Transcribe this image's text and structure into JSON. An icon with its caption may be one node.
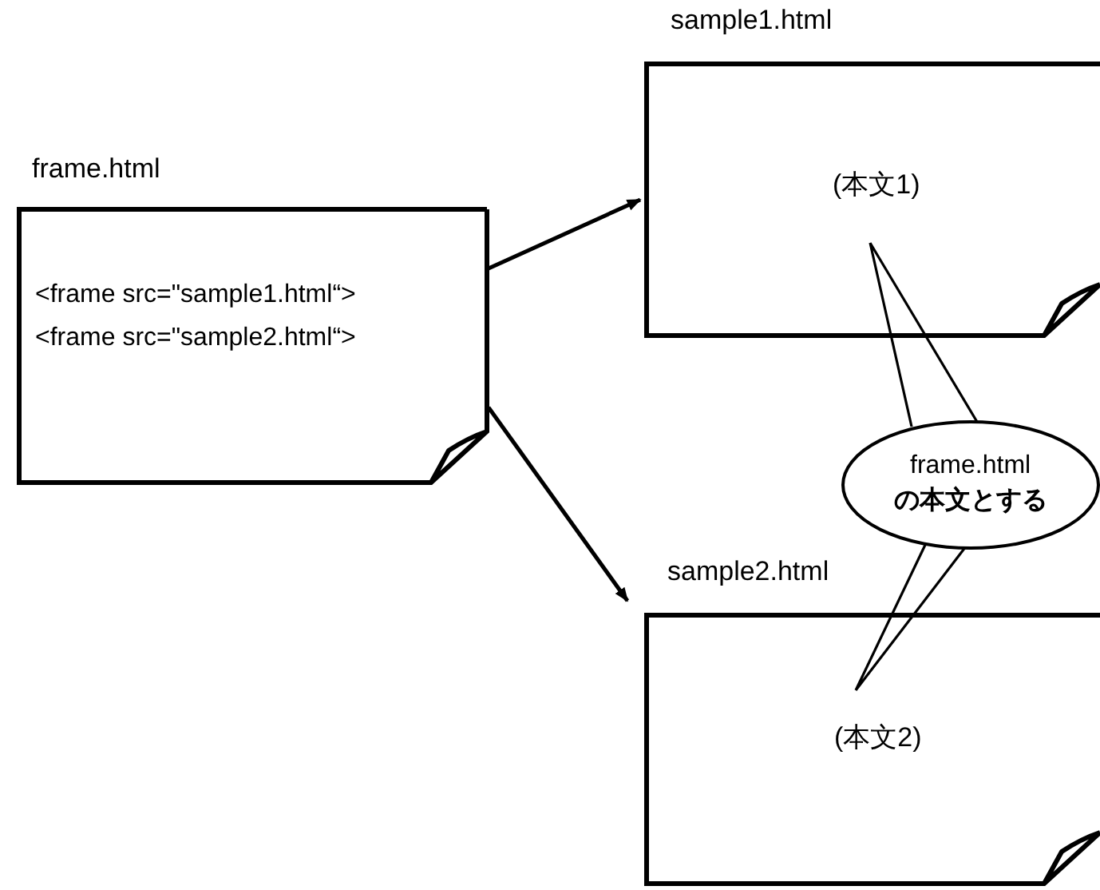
{
  "diagram": {
    "nodes": [
      {
        "text": [
          "frame.html",
          "<frame src=\"sample1.html“>",
          "<frame src=\"sample2.html“>"
        ]
      },
      {
        "text": [
          "sample1.html",
          "(本文1)"
        ]
      },
      {
        "text": [
          "frame.html",
          "の本文とする"
        ]
      },
      {
        "text": [
          "sample2.html",
          "(本文2)"
        ]
      }
    ],
    "edges": [
      {
        "from": 0,
        "to": 1,
        "arrow": "to"
      },
      {
        "from": 0,
        "to": 3,
        "arrow": "to"
      },
      {
        "from": 2,
        "to": 1,
        "arrow": "none"
      },
      {
        "from": 2,
        "to": 3,
        "arrow": "none"
      }
    ]
  }
}
